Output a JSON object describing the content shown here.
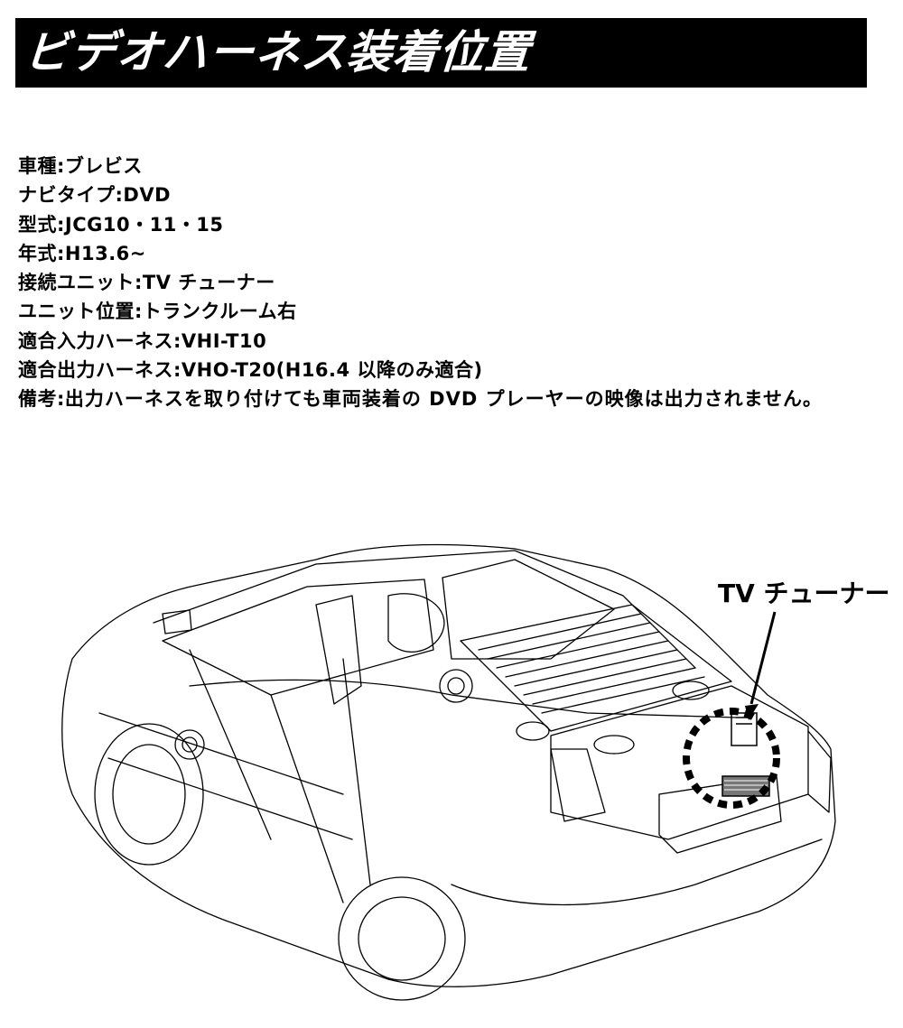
{
  "header": {
    "title": "ビデオハーネス装着位置"
  },
  "specs": {
    "vehicle": "車種:ブレビス",
    "navi_type": "ナビタイプ:DVD",
    "model": "型式:JCG10・11・15",
    "year": "年式:H13.6~",
    "connection_unit": "接続ユニット:TV チューナー",
    "unit_position": "ユニット位置:トランクルーム右",
    "input_harness": "適合入力ハーネス:VHI-T10",
    "output_harness": "適合出力ハーネス:VHO-T20(H16.4 以降のみ適合)",
    "note_label": "備考:",
    "note_text": "出力ハーネスを取り付けても車両装着の DVD プレーヤーの映像は出力されません。"
  },
  "figure": {
    "callout_label": "TV チューナー"
  }
}
